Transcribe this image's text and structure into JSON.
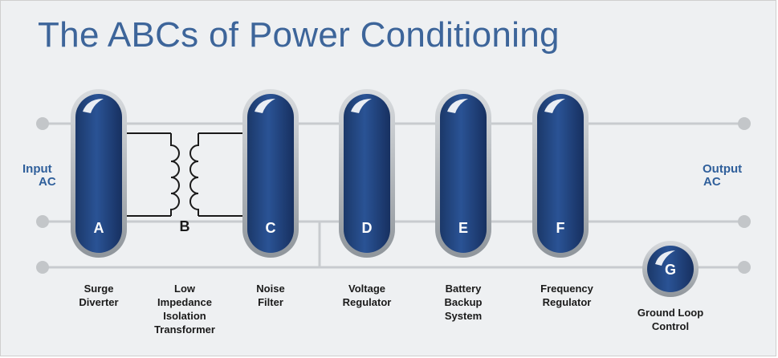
{
  "title": "The ABCs of Power Conditioning",
  "input_label": [
    "Input",
    "AC"
  ],
  "output_label": [
    "Output",
    "AC"
  ],
  "transformer_letter": "B",
  "components": [
    {
      "letter": "A",
      "label": "Surge\nDiverter"
    },
    {
      "letter": "C",
      "label": "Noise\nFilter"
    },
    {
      "letter": "D",
      "label": "Voltage\nRegulator"
    },
    {
      "letter": "E",
      "label": "Battery\nBackup\nSystem"
    },
    {
      "letter": "F",
      "label": "Frequency\nRegulator"
    },
    {
      "letter": "G",
      "label": "Ground Loop\nControl"
    }
  ],
  "transformer_label": "Low\nImpedance\nIsolation\nTransformer",
  "colors": {
    "title": "#3d659a",
    "capsule_fill": "#23467f",
    "capsule_border": "#9aa0a6",
    "wire": "#c8cbcf",
    "terminal": "#c3c6c9",
    "coil": "#1a1a1a"
  }
}
